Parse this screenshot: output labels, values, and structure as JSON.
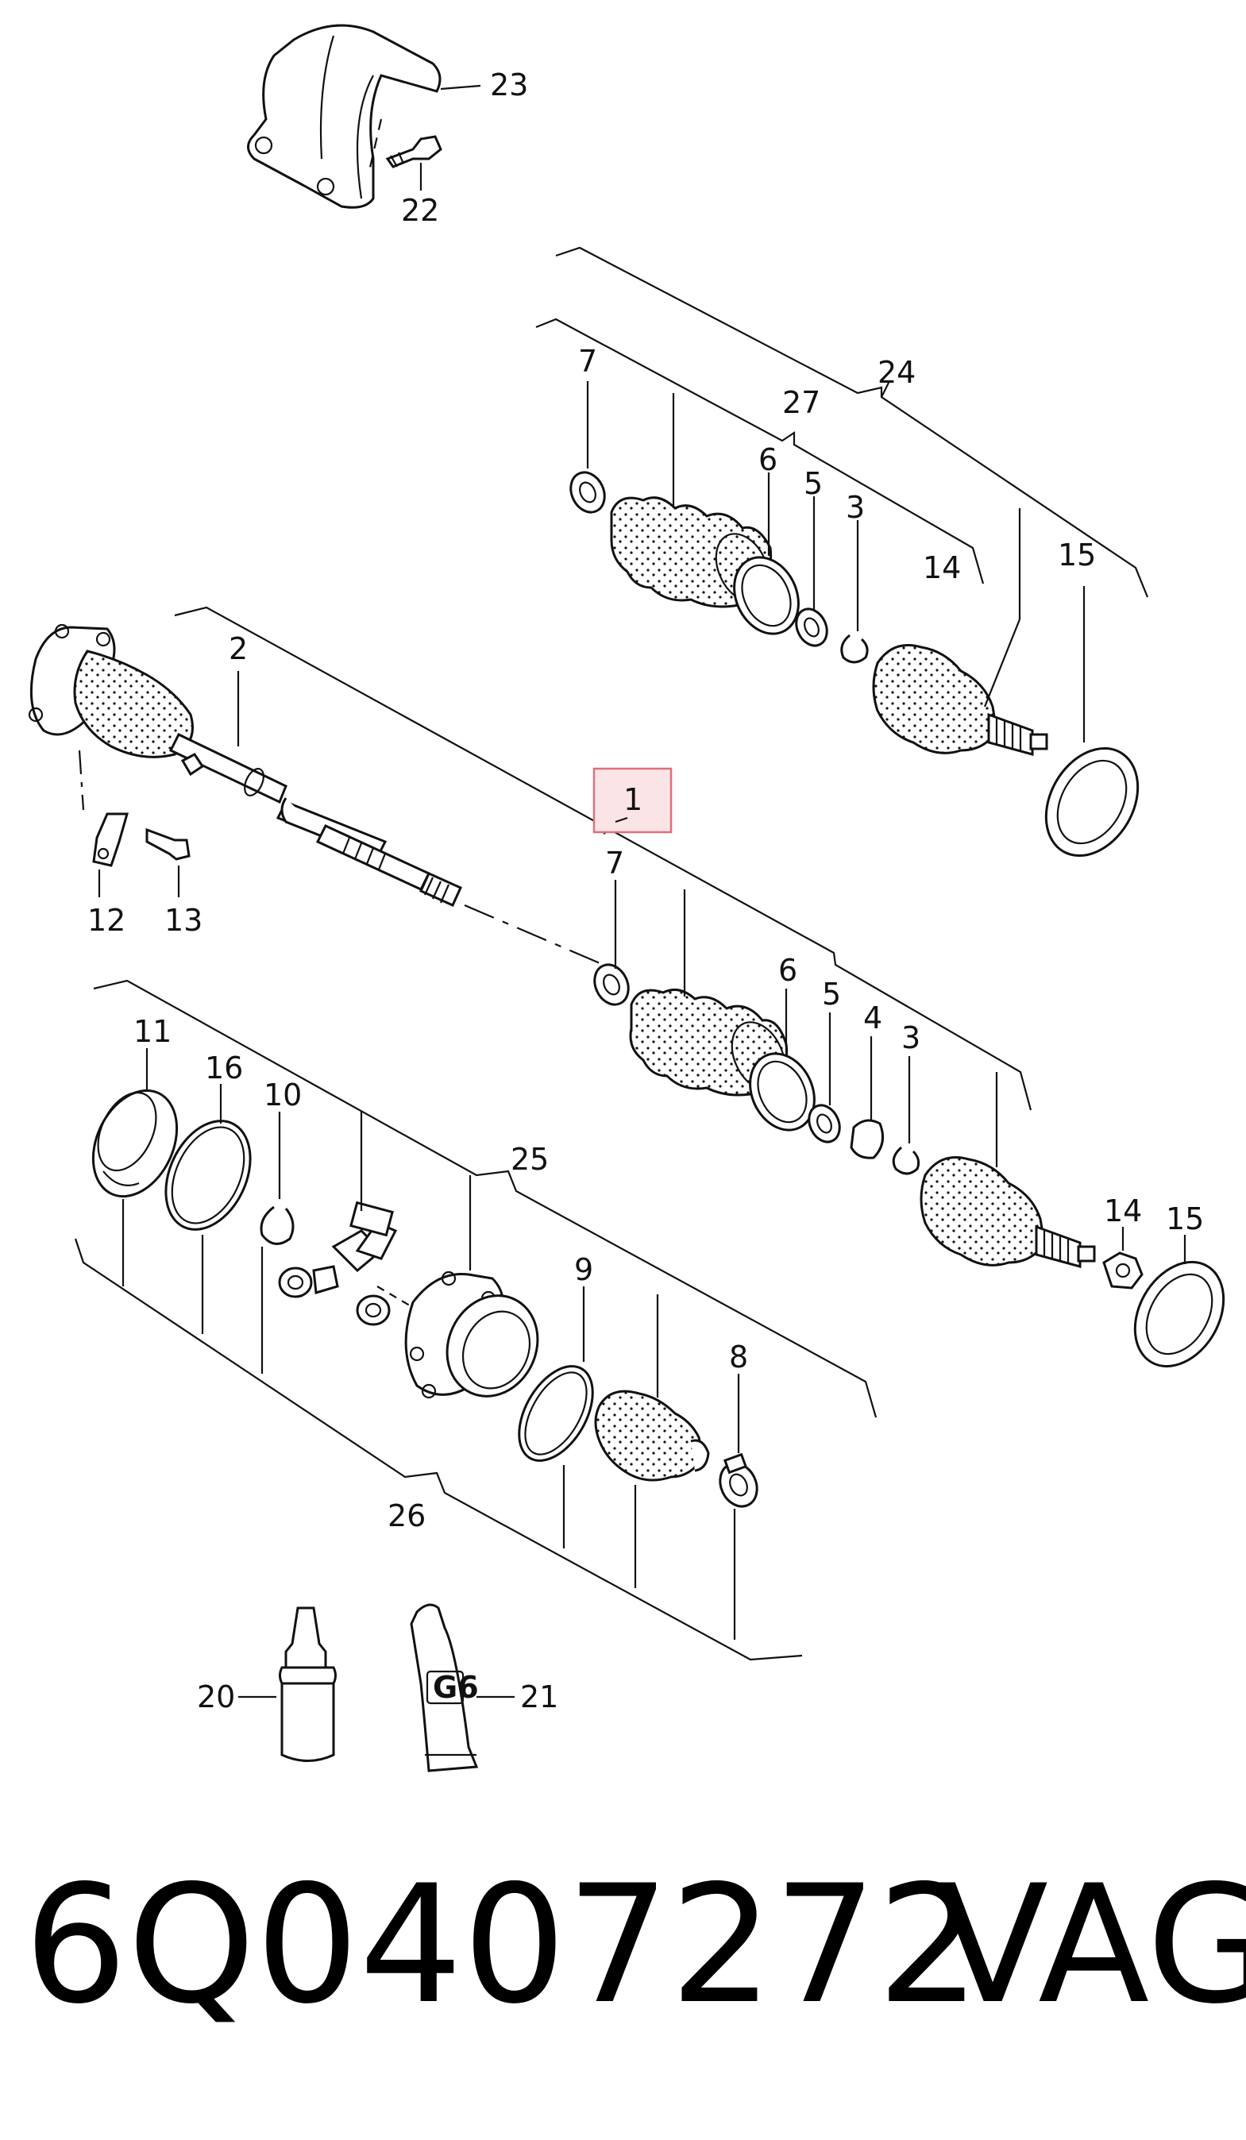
{
  "diagram": {
    "highlighted_label": "1",
    "callouts": [
      {
        "id": "c23",
        "label": "23"
      },
      {
        "id": "c22",
        "label": "22"
      },
      {
        "id": "c24",
        "label": "24"
      },
      {
        "id": "c27",
        "label": "27"
      },
      {
        "id": "c7a",
        "label": "7"
      },
      {
        "id": "c6a",
        "label": "6"
      },
      {
        "id": "c5a",
        "label": "5"
      },
      {
        "id": "c3a",
        "label": "3"
      },
      {
        "id": "c14a",
        "label": "14"
      },
      {
        "id": "c15a",
        "label": "15"
      },
      {
        "id": "c2",
        "label": "2"
      },
      {
        "id": "c12",
        "label": "12"
      },
      {
        "id": "c13",
        "label": "13"
      },
      {
        "id": "c7b",
        "label": "7"
      },
      {
        "id": "c6b",
        "label": "6"
      },
      {
        "id": "c5b",
        "label": "5"
      },
      {
        "id": "c4",
        "label": "4"
      },
      {
        "id": "c3b",
        "label": "3"
      },
      {
        "id": "c14b",
        "label": "14"
      },
      {
        "id": "c15b",
        "label": "15"
      },
      {
        "id": "c11",
        "label": "11"
      },
      {
        "id": "c16",
        "label": "16"
      },
      {
        "id": "c10",
        "label": "10"
      },
      {
        "id": "c25",
        "label": "25"
      },
      {
        "id": "c9",
        "label": "9"
      },
      {
        "id": "c8",
        "label": "8"
      },
      {
        "id": "c26",
        "label": "26"
      },
      {
        "id": "c20",
        "label": "20"
      },
      {
        "id": "c21",
        "label": "21"
      }
    ],
    "tube_marking": "G6"
  },
  "footer": {
    "part_number": "6Q0407272",
    "brand": "VAG"
  }
}
